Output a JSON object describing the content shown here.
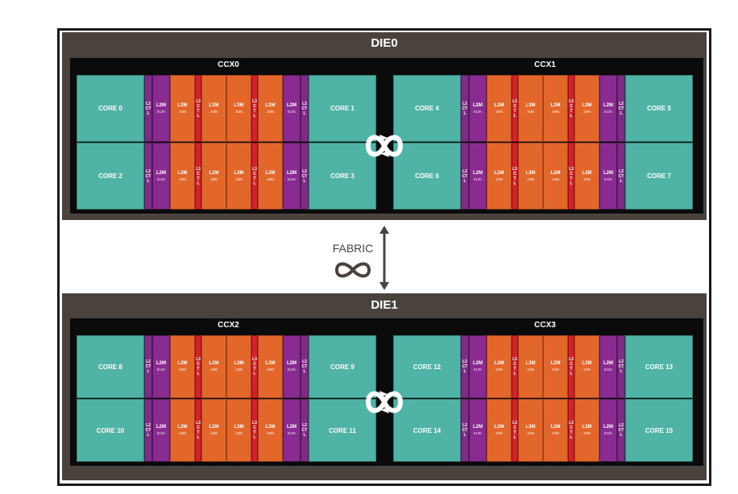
{
  "dies": [
    {
      "title": "DIE0",
      "ccxs": [
        {
          "title": "CCX0",
          "cores": [
            "CORE 0",
            "CORE 1",
            "CORE 2",
            "CORE 3"
          ]
        },
        {
          "title": "CCX1",
          "cores": [
            "CORE 4",
            "CORE 5",
            "CORE 6",
            "CORE 7"
          ]
        }
      ]
    },
    {
      "title": "DIE1",
      "ccxs": [
        {
          "title": "CCX2",
          "cores": [
            "CORE 8",
            "CORE 9",
            "CORE 10",
            "CORE 11"
          ]
        },
        {
          "title": "CCX3",
          "cores": [
            "CORE 12",
            "CORE 13",
            "CORE 14",
            "CORE 15"
          ]
        }
      ]
    }
  ],
  "blocks": {
    "l2ctl": "L2CTL",
    "l2m": "L2M",
    "l2m_size": "512K",
    "l3m": "L3M",
    "l3m_size": "1MB",
    "l3ctl": "L3CTL"
  },
  "fabric_label": "FABRIC",
  "icons": {
    "infinity_fabric": "infinity-loop-icon",
    "double_arrow": "vertical-double-arrow-icon"
  },
  "colors": {
    "die_bg": "#4a433d",
    "ccx_bg": "#0b0b0b",
    "core": "#4fb3a5",
    "l2": "#8a2b91",
    "l3": "#e3672a",
    "l3ctl": "#d6202a"
  }
}
